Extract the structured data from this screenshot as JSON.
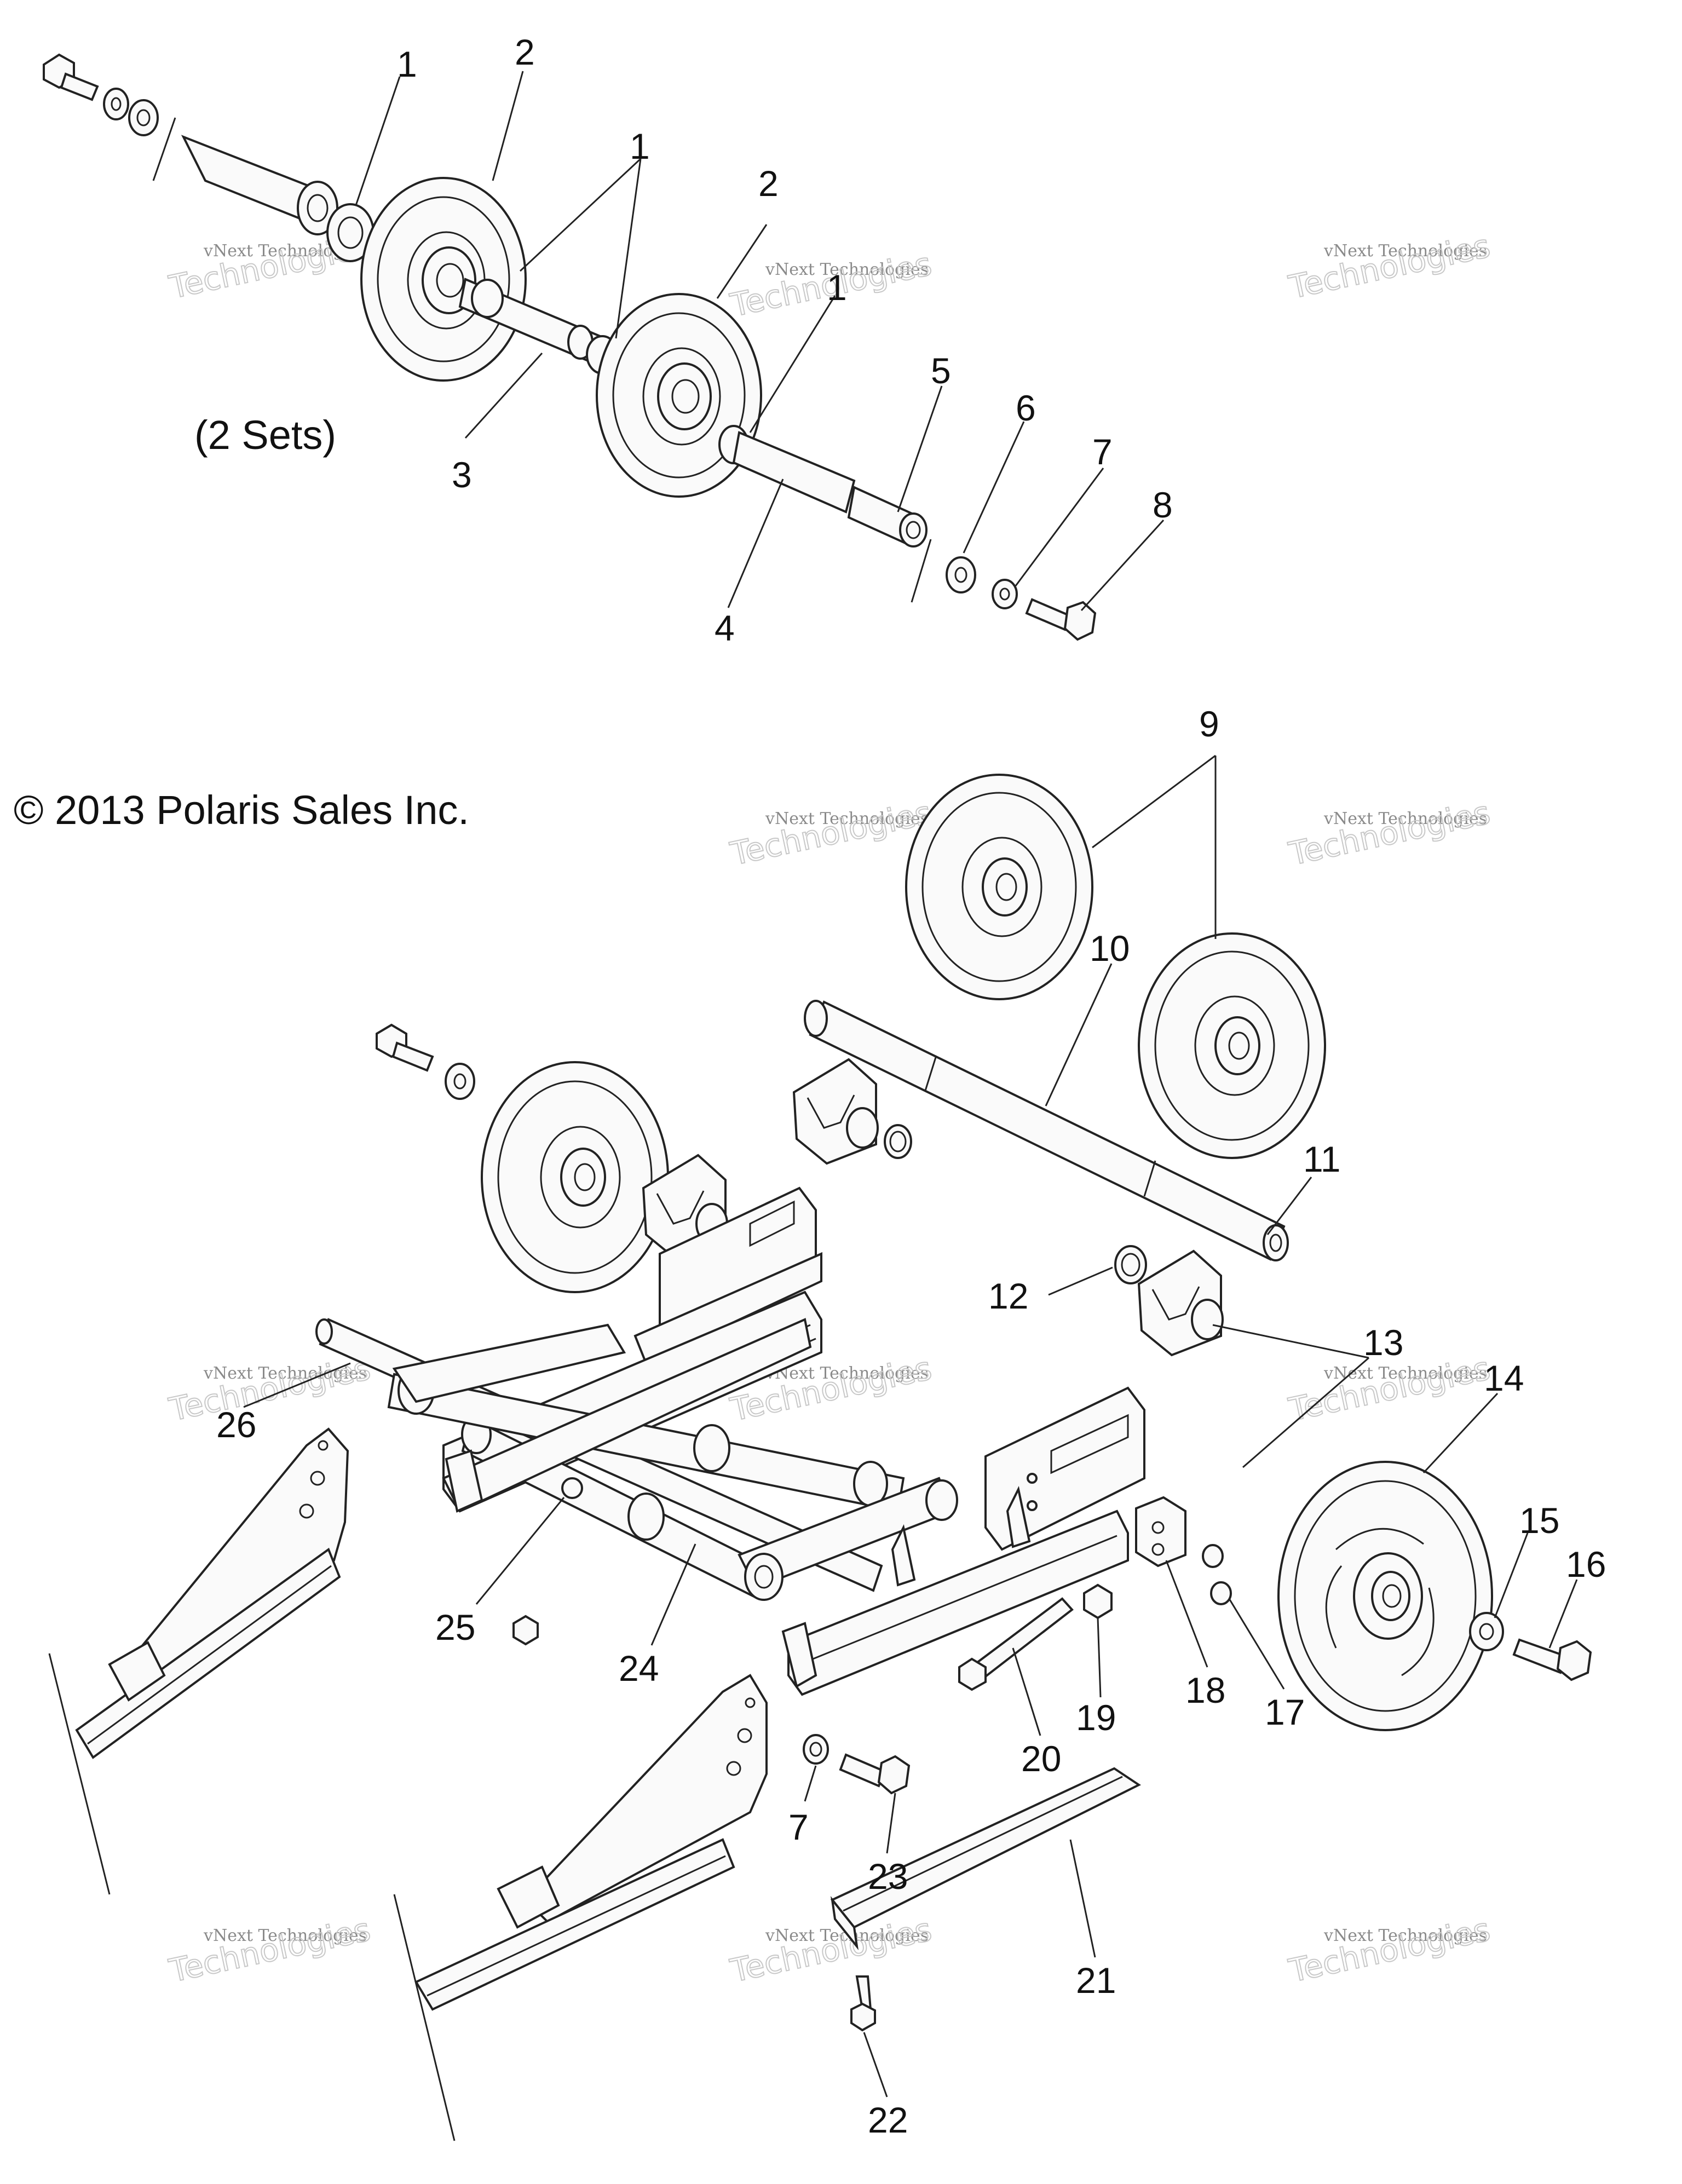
{
  "copyright": "© 2013 Polaris Sales Inc.",
  "sets_note": "(2 Sets)",
  "watermark": {
    "line1": "vNext Technologies",
    "line2": "Technologies"
  },
  "callouts": [
    "1",
    "2",
    "1",
    "2",
    "1",
    "3",
    "4",
    "5",
    "6",
    "7",
    "8",
    "9",
    "10",
    "11",
    "12",
    "13",
    "14",
    "15",
    "16",
    "17",
    "18",
    "19",
    "20",
    "21",
    "22",
    "23",
    "24",
    "25",
    "26",
    "7"
  ]
}
